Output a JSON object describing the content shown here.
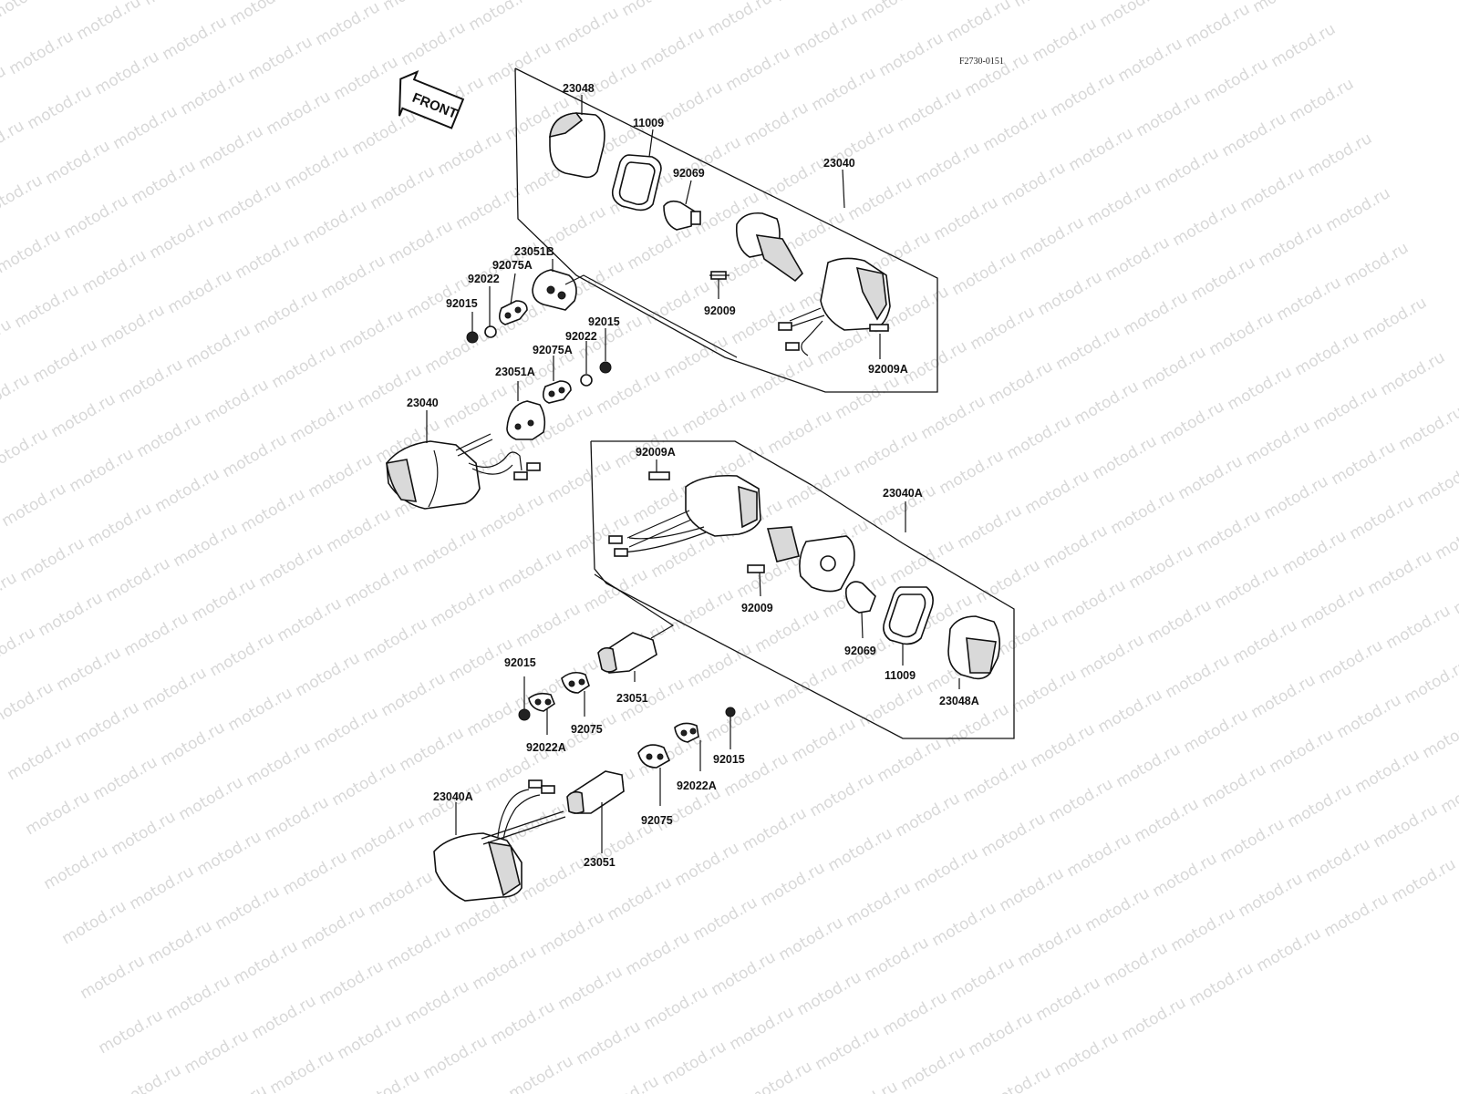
{
  "drawing_code": "F2730-0151",
  "front_label": "FRONT",
  "watermark": "motod.ru",
  "labels": {
    "l23048": "23048",
    "l11009_top": "11009",
    "l92069_top": "92069",
    "l23040_top": "23040",
    "l23051B": "23051B",
    "l92075A_top": "92075A",
    "l92022_top": "92022",
    "l92015_top_left": "92015",
    "l92009_top": "92009",
    "l92009A_top": "92009A",
    "l92015_mid": "92015",
    "l92022_mid": "92022",
    "l92075A_mid": "92075A",
    "l23051A": "23051A",
    "l23040_left": "23040",
    "l92009A_right": "92009A",
    "l23040A_right": "23040A",
    "l92009_right": "92009",
    "l92069_right": "92069",
    "l11009_right": "11009",
    "l23048A": "23048A",
    "l92015_low_left": "92015",
    "l92075_low": "92075",
    "l23051_low": "23051",
    "l92022A_low": "92022A",
    "l92015_low_right": "92015",
    "l92022A_right": "92022A",
    "l92075_bottom": "92075",
    "l23051_bottom": "23051",
    "l23040A_bottom": "23040A"
  }
}
